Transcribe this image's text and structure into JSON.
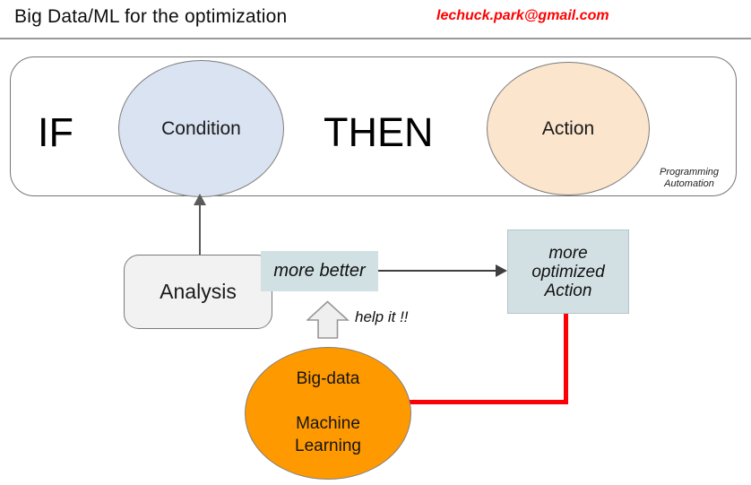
{
  "header": {
    "title": "Big Data/ML for the optimization",
    "email": "lechuck.park@gmail.com"
  },
  "rule_box": {
    "if_label": "IF",
    "condition_label": "Condition",
    "then_label": "THEN",
    "action_label": "Action",
    "footnote": "Programming\nAutomation"
  },
  "flow": {
    "analysis_label": "Analysis",
    "more_better_label": "more better",
    "more_optimized_label": "more\noptimized\nAction",
    "help_label": "help it !!",
    "bigdata_label": "Big-data",
    "ml_label": "Machine Learning"
  },
  "colors": {
    "condition_fill": "#dae3f1",
    "action_fill": "#fce5cd",
    "teal_fill": "#d0e0e3",
    "analysis_fill": "#f2f2f2",
    "orange_fill": "#ff9900",
    "red_connector": "#fb0006",
    "email_red": "#fe0000",
    "border_gray": "#7a7a7a"
  }
}
